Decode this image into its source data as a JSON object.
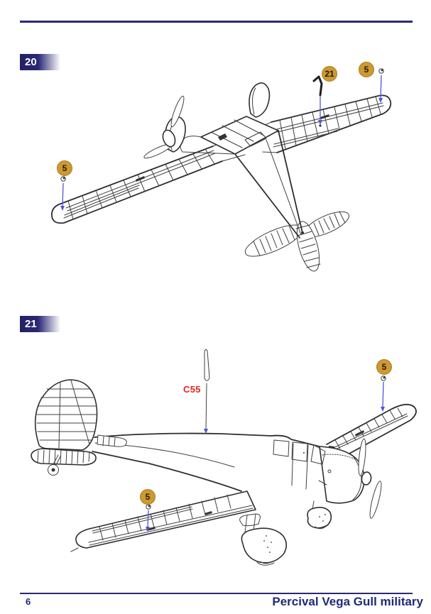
{
  "steps": [
    {
      "number": "20",
      "callouts": [
        {
          "label": "21",
          "part_icon": "bent-pin"
        },
        {
          "label": "5",
          "part_icon": "grommet"
        },
        {
          "label": "5",
          "part_icon": "grommet"
        }
      ]
    },
    {
      "number": "21",
      "part_label": "C55",
      "part_icon": "antenna-mast",
      "callouts": [
        {
          "label": "5",
          "part_icon": "grommet"
        },
        {
          "label": "5",
          "part_icon": "grommet"
        }
      ]
    }
  ],
  "footer": {
    "page_number": "6",
    "title": "Percival Vega Gull military"
  },
  "colors": {
    "navy": "#2b2877",
    "callout_gold": "#ce9930",
    "leader_blue": "#5254d8",
    "part_label_red": "#e8241c",
    "line_art": "#3f3f3f"
  }
}
